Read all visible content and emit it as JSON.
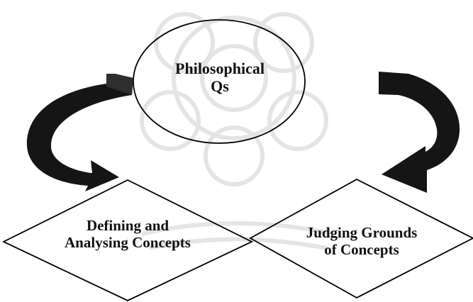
{
  "diagram": {
    "center_node": {
      "line1": "Philosophical",
      "line2": "Qs"
    },
    "left_node": {
      "line1": "Defining and",
      "line2": "Analysing Concepts"
    },
    "right_node": {
      "line1": "Judging Grounds",
      "line2": "of Concepts"
    },
    "colors": {
      "stroke": "#000000",
      "arrow": "#111111",
      "watermark": "#e6e6e6",
      "background": "#ffffff"
    }
  }
}
